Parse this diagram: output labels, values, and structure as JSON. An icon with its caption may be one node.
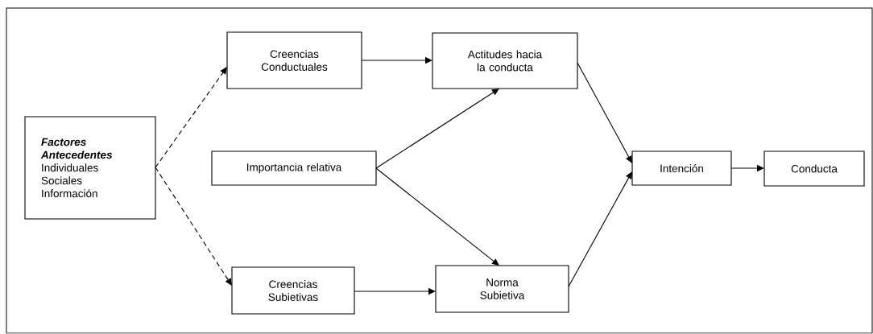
{
  "diagram": {
    "nodes": [
      {
        "text": [
          "Factores Antecedentes",
          "Individuales",
          "Sociales",
          "Información"
        ]
      },
      {
        "text": [
          "Creencias Conductuales"
        ]
      },
      {
        "text": [
          "Actitudes hacia la conducta"
        ]
      },
      {
        "text": [
          "Importancia relativa"
        ]
      },
      {
        "text": [
          "Creencias Subietivas"
        ]
      },
      {
        "text": [
          "Norma Subietiva"
        ]
      },
      {
        "text": [
          "Intención"
        ]
      },
      {
        "text": [
          "Conducta"
        ]
      }
    ],
    "edges": [
      {
        "from": 0,
        "to": 1,
        "arrow": "to",
        "style": "dashed"
      },
      {
        "from": 0,
        "to": 4,
        "arrow": "to",
        "style": "dashed"
      },
      {
        "from": 1,
        "to": 2,
        "arrow": "to"
      },
      {
        "from": 3,
        "to": 2,
        "arrow": "to"
      },
      {
        "from": 3,
        "to": 5,
        "arrow": "to"
      },
      {
        "from": 4,
        "to": 5,
        "arrow": "to"
      },
      {
        "from": 2,
        "to": 6,
        "arrow": "to"
      },
      {
        "from": 5,
        "to": 6,
        "arrow": "to"
      },
      {
        "from": 6,
        "to": 7,
        "arrow": "to"
      }
    ]
  }
}
